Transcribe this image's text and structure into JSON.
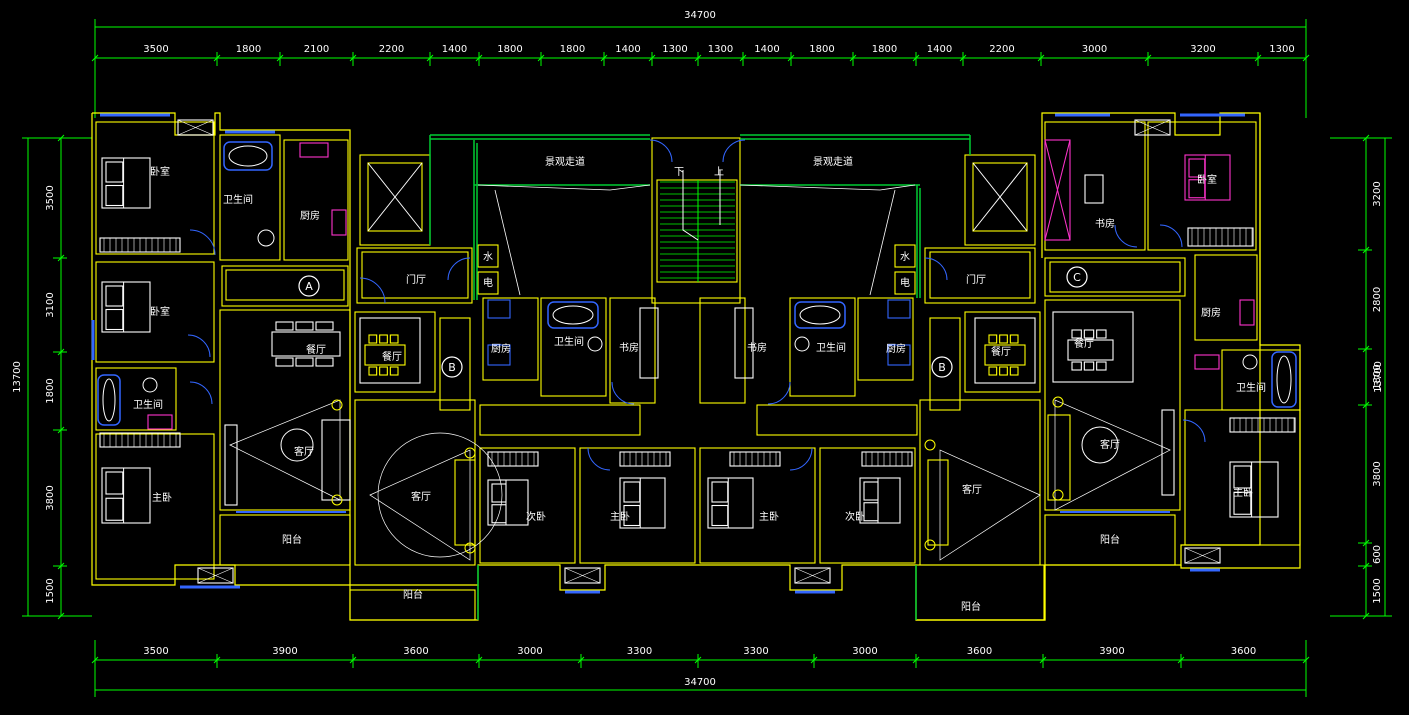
{
  "colors": {
    "background": "#000000",
    "dimension": "#00ff00",
    "wall": "#ffff00",
    "fixture": "#ffffff",
    "window": "#3366ff",
    "accent_pink": "#ff33cc",
    "terrace": "#00cc33"
  },
  "dimensions": {
    "overall_top": "34700",
    "overall_bottom": "34700",
    "overall_left": "13700",
    "overall_right": "13700",
    "top": [
      "3500",
      "1800",
      "2100",
      "2200",
      "1400",
      "1800",
      "1800",
      "1400",
      "1300",
      "1300",
      "1400",
      "1800",
      "1800",
      "1400",
      "2200",
      "3000",
      "3200",
      "1300"
    ],
    "bottom": [
      "3500",
      "3900",
      "3600",
      "3000",
      "3300",
      "3300",
      "3000",
      "3600",
      "3900",
      "3600"
    ],
    "left": [
      "3500",
      "3100",
      "1800",
      "3800",
      "1500"
    ],
    "right": [
      "3200",
      "2800",
      "1800",
      "3800",
      "600",
      "1500"
    ]
  },
  "rooms": {
    "woshi": "卧室",
    "weishengjian": "卫生间",
    "chufang": "厨房",
    "menting": "门厅",
    "canting": "餐厅",
    "keting": "客厅",
    "zhuwo": "主卧",
    "ciwo": "次卧",
    "yangtai": "阳台",
    "shufang": "书房",
    "jingguan": "景观走道",
    "shui": "水",
    "dian": "电",
    "xia": "下",
    "shang": "上"
  },
  "unit_tags": {
    "a": "A",
    "b": "B",
    "c": "C"
  }
}
